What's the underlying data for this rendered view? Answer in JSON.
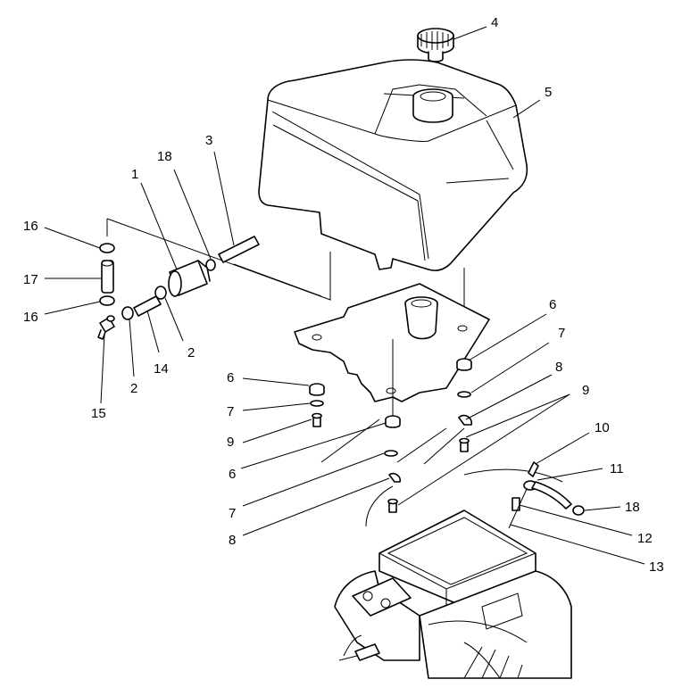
{
  "callouts": {
    "c1": "1",
    "c2a": "2",
    "c2b": "2",
    "c3": "3",
    "c4": "4",
    "c5": "5",
    "c6a": "6",
    "c6b": "6",
    "c6c": "6",
    "c7a": "7",
    "c7b": "7",
    "c7c": "7",
    "c8a": "8",
    "c8b": "8",
    "c9a": "9",
    "c9b": "9",
    "c10": "10",
    "c11": "11",
    "c12": "12",
    "c13": "13",
    "c14": "14",
    "c15": "15",
    "c16a": "16",
    "c16b": "16",
    "c17": "17",
    "c18a": "18",
    "c18b": "18"
  }
}
